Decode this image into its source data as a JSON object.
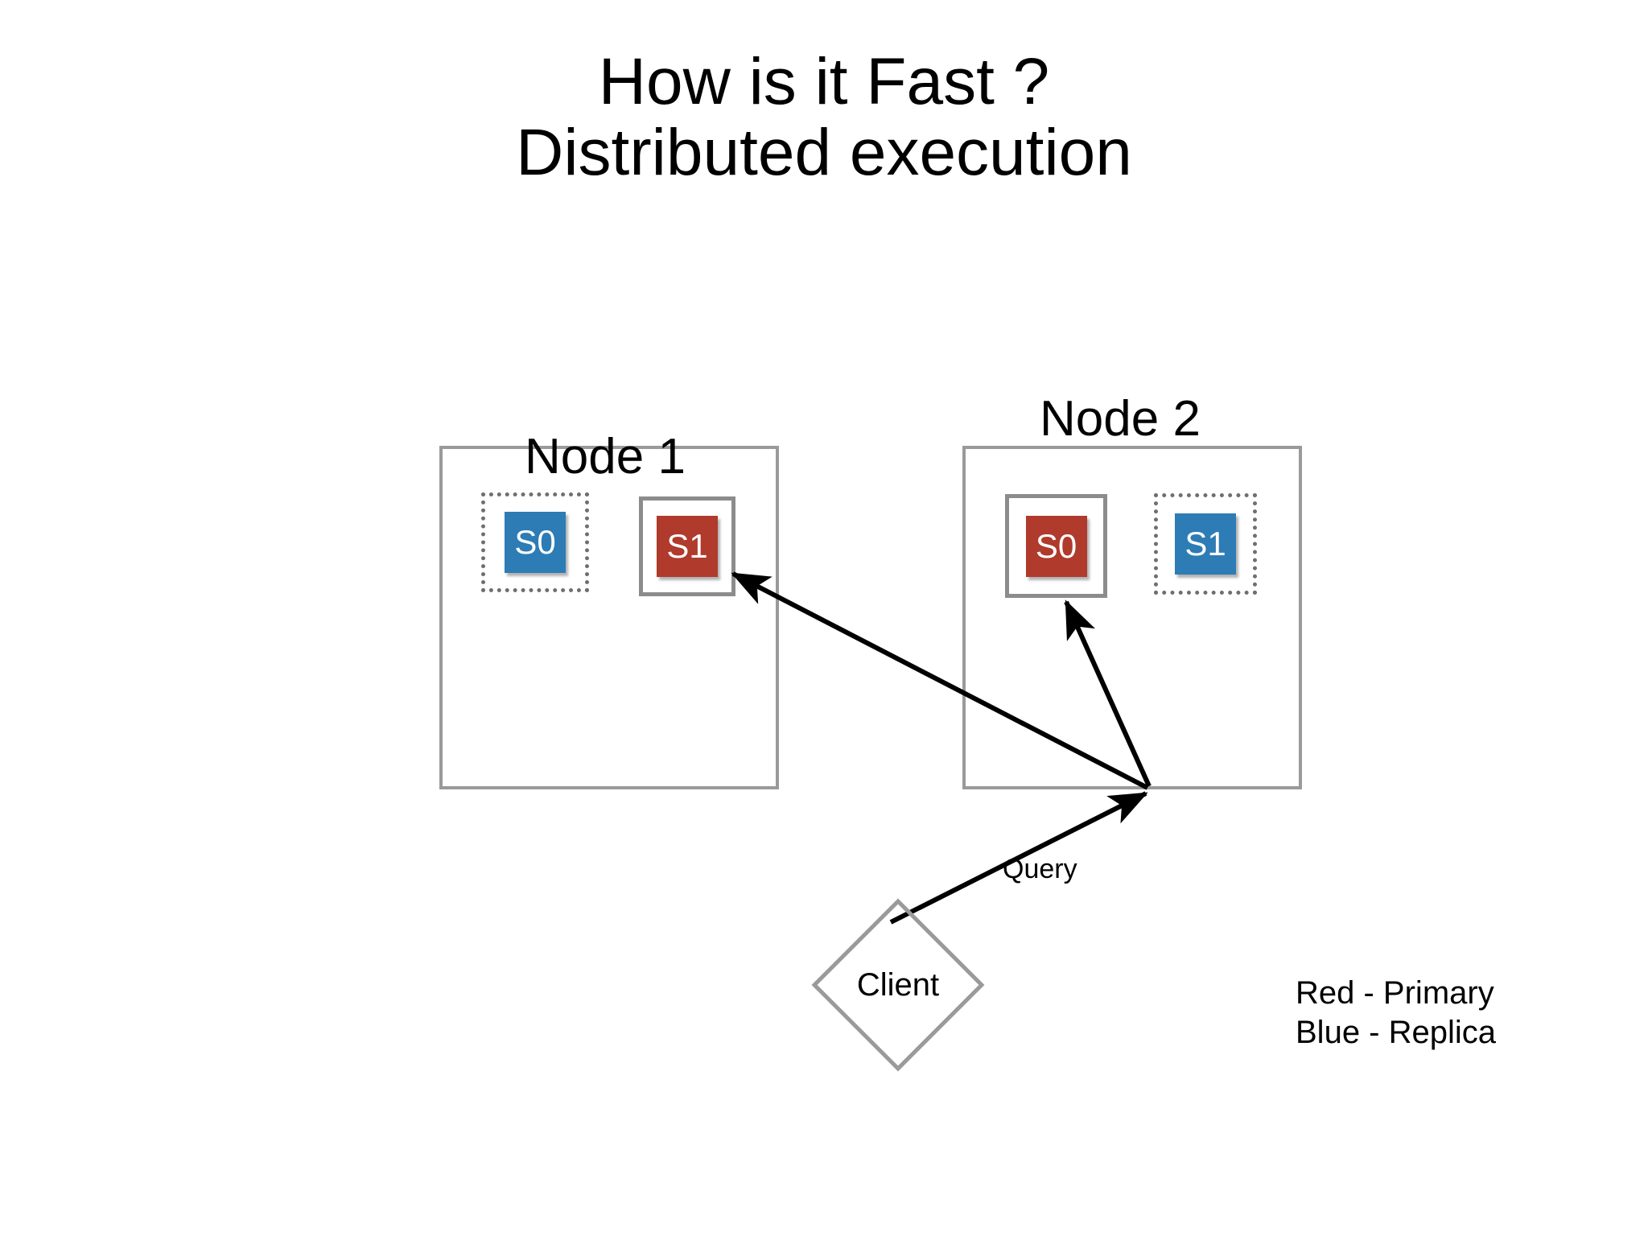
{
  "slide": {
    "title_line1": "How is it Fast ?",
    "title_line2": "Distributed execution"
  },
  "nodes": [
    {
      "label": "Node 1",
      "slots": [
        {
          "server": "S0",
          "role": "replica",
          "color": "#2d7cb5",
          "frame": "dotted"
        },
        {
          "server": "S1",
          "role": "primary",
          "color": "#b03a2b",
          "frame": "solid"
        }
      ]
    },
    {
      "label": "Node 2",
      "slots": [
        {
          "server": "S0",
          "role": "primary",
          "color": "#b03a2b",
          "frame": "solid"
        },
        {
          "server": "S1",
          "role": "replica",
          "color": "#2d7cb5",
          "frame": "dotted"
        }
      ]
    }
  ],
  "client": {
    "label": "Client"
  },
  "edges": {
    "query_label": "Query"
  },
  "legend": {
    "primary": "Red - Primary",
    "replica": "Blue - Replica"
  },
  "colors": {
    "primary_red": "#b03a2b",
    "replica_blue": "#2d7cb5",
    "frame_gray": "#9a9a9a",
    "arrow_black": "#000000",
    "background": "#ffffff"
  }
}
